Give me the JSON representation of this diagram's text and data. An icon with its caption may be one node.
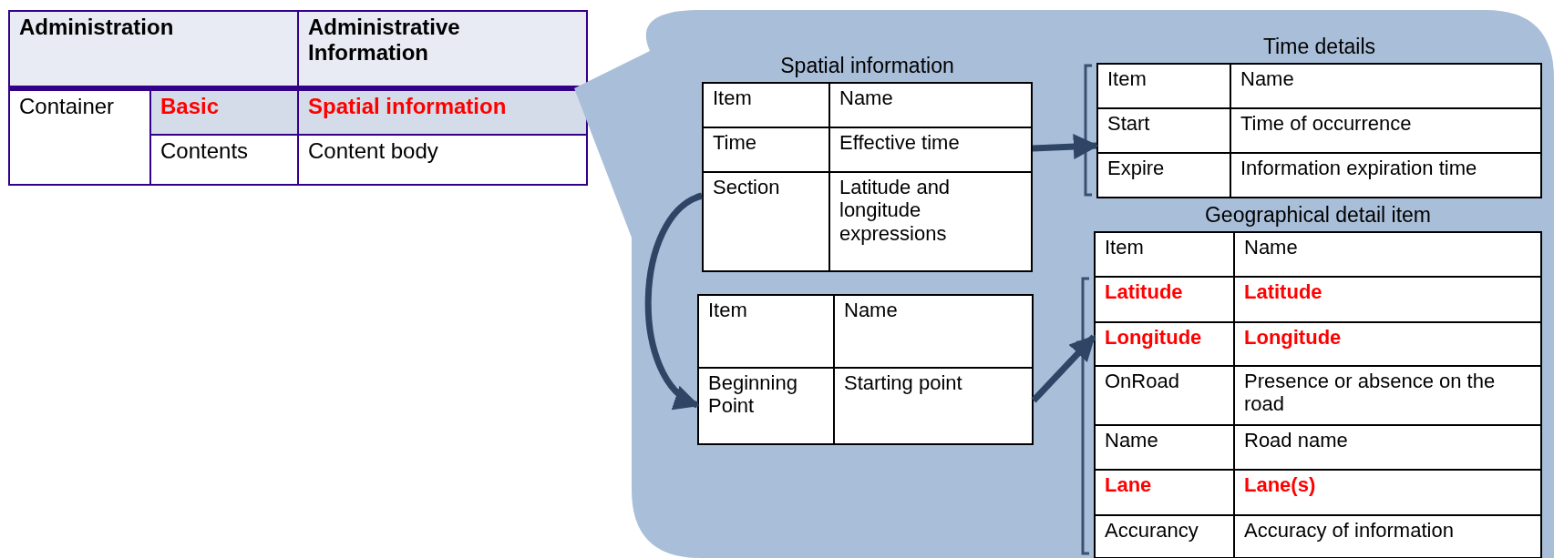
{
  "diagram": {
    "nodes": [
      {
        "text": [
          "Administration",
          "Administrative Information",
          "Container",
          "Basic",
          "Spatial information",
          "Contents",
          "Content body"
        ]
      },
      {
        "text": [],
        "shape": "box"
      },
      {
        "text": [
          "Spatial information",
          "Item",
          "Name",
          "Time",
          "Effective time",
          "Section",
          "Latitude and longitude expressions"
        ],
        "in": 1
      },
      {
        "text": [
          "Time details",
          "Item",
          "Name",
          "Start",
          "Time of occurrence",
          "Expire",
          "Information expiration time"
        ],
        "in": 1
      },
      {
        "text": [
          "Geographical detail item",
          "Item",
          "Name",
          "Latitude",
          "Latitude",
          "Longitude",
          "Longitude",
          "OnRoad",
          "Presence or absence on the road",
          "Name",
          "Road name",
          "Lane",
          "Lane(s)",
          "Accurancy",
          "Accuracy of information"
        ],
        "in": 1
      },
      {
        "text": [
          "Item",
          "Name",
          "Beginning Point",
          "Starting point"
        ],
        "in": 1
      }
    ],
    "edges": [
      {
        "from": 2,
        "to": 3,
        "arrow": "to"
      },
      {
        "from": 2,
        "to": 5,
        "arrow": "to"
      },
      {
        "from": 5,
        "to": 4,
        "arrow": "to"
      }
    ]
  }
}
